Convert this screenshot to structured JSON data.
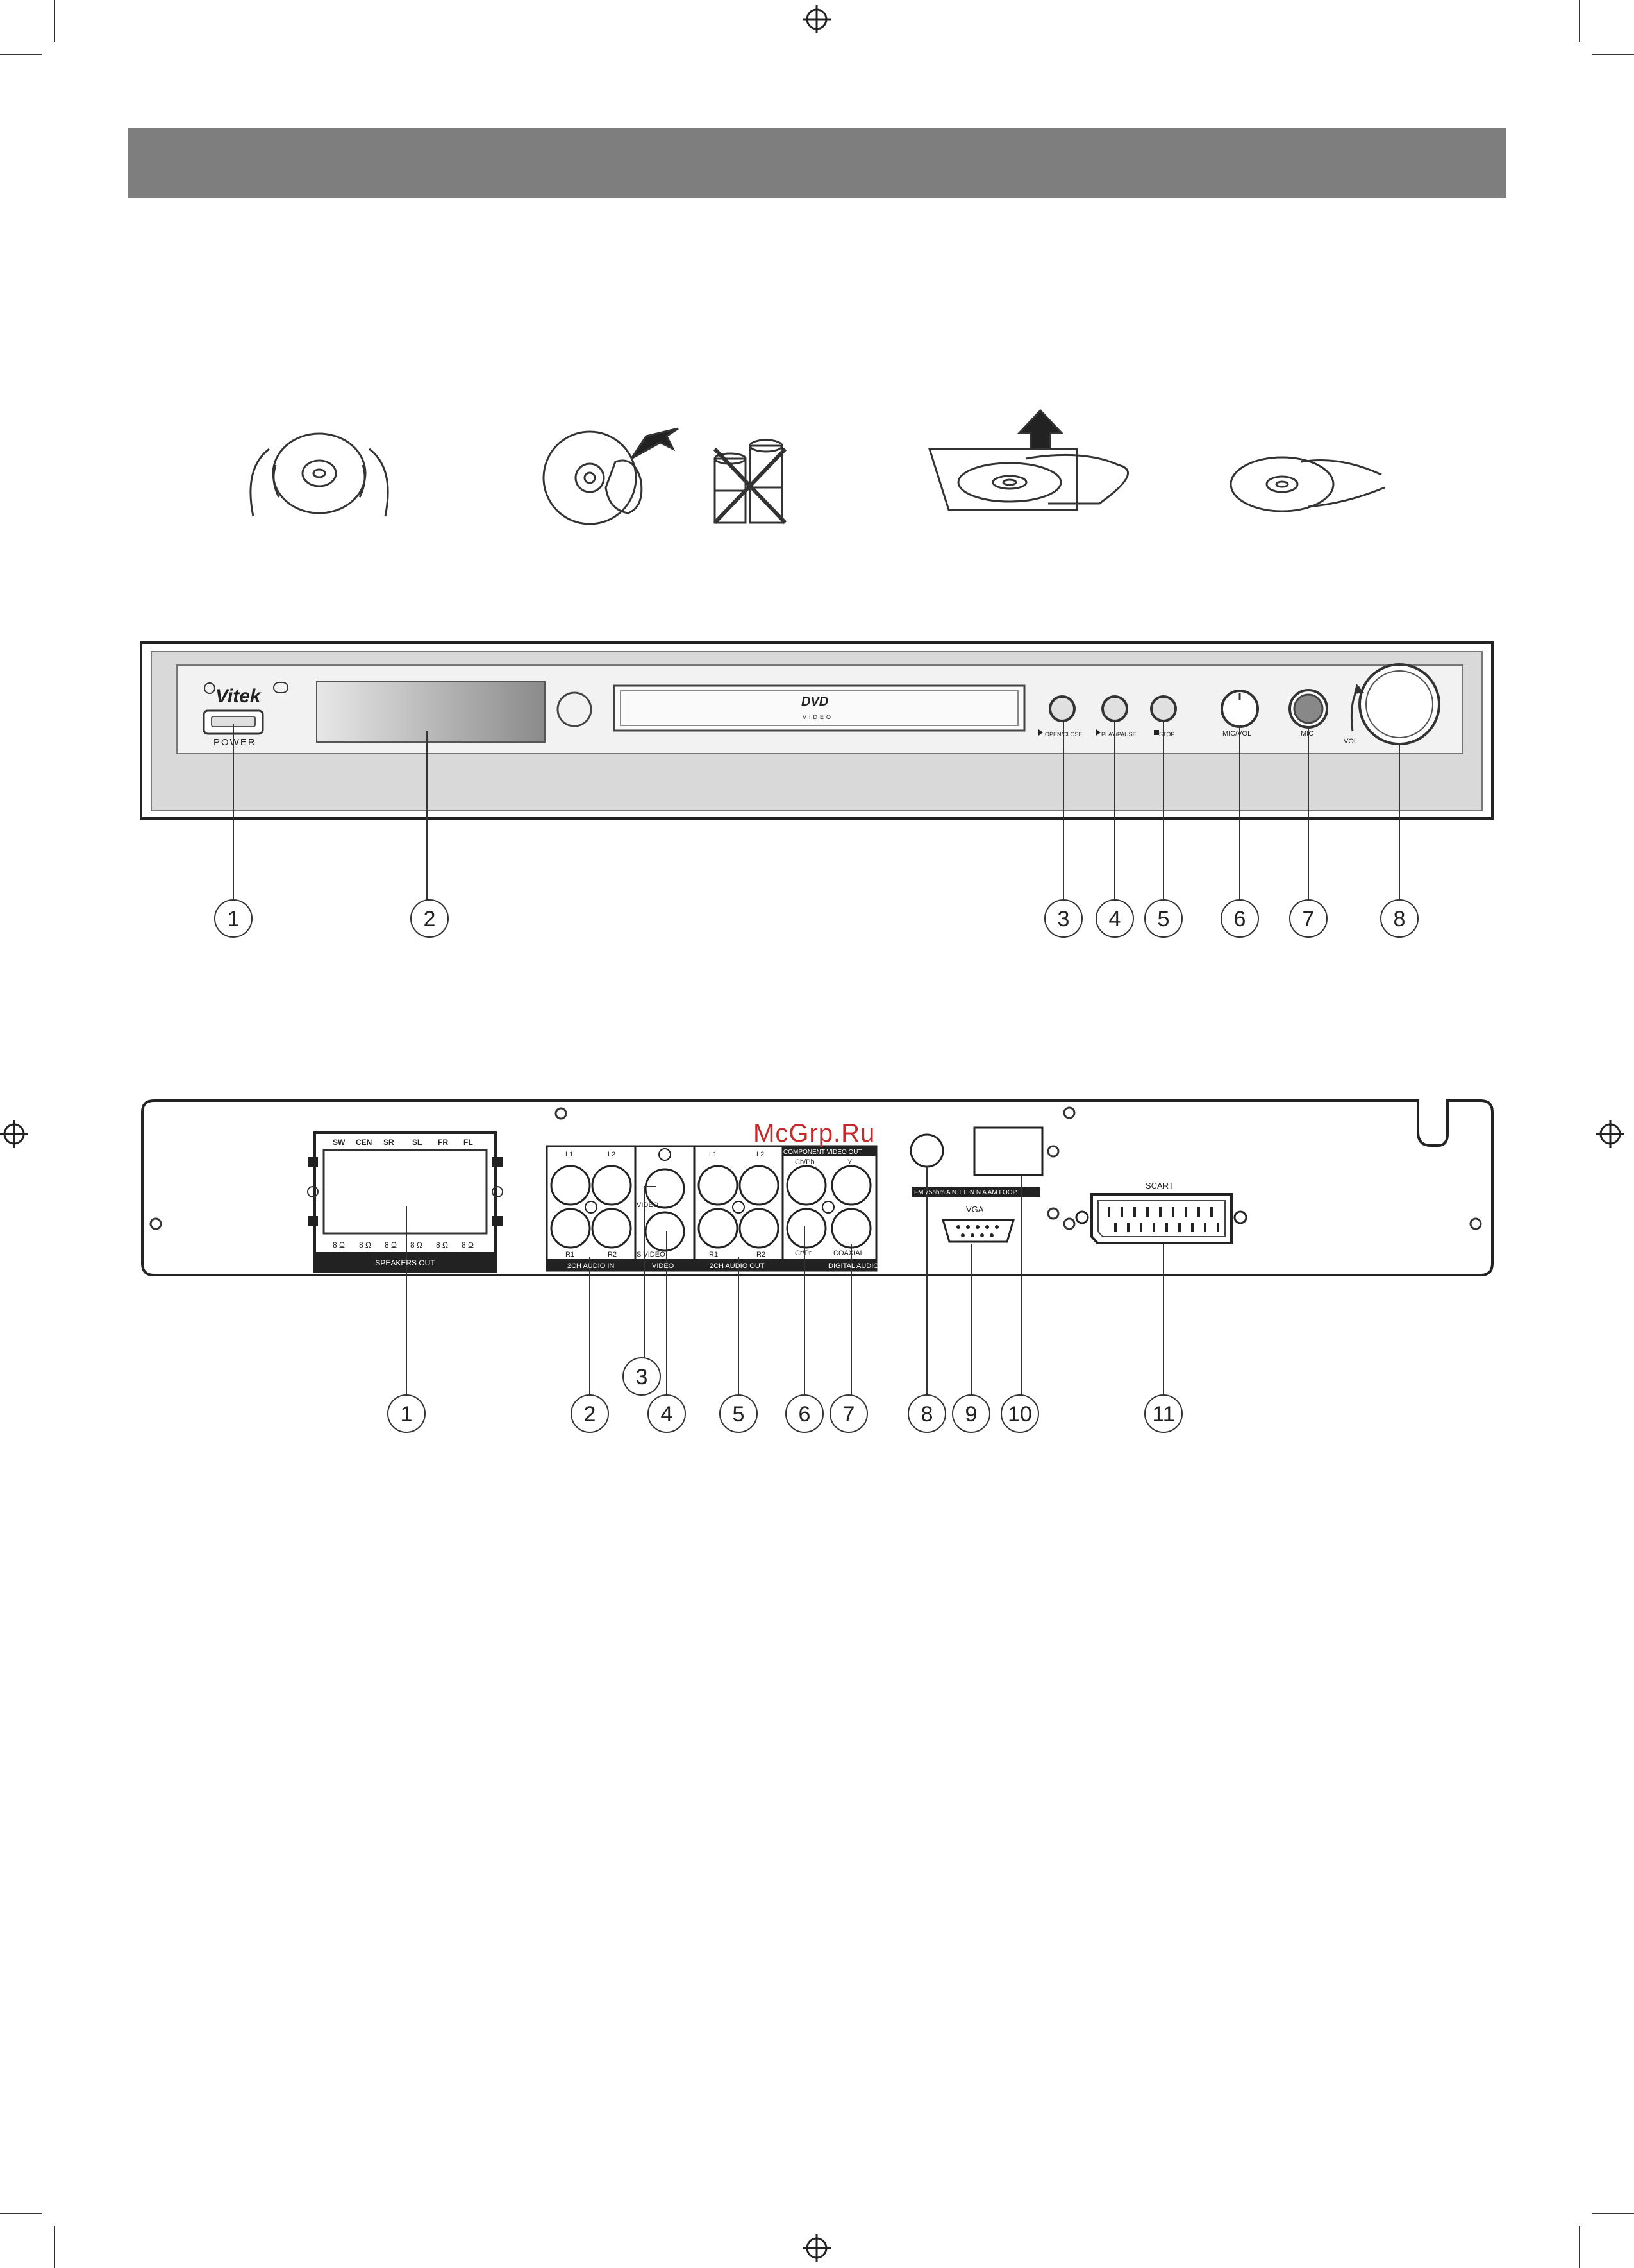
{
  "watermark": "McGrp.Ru",
  "front_panel": {
    "brand": "Vitek",
    "power_label": "POWER",
    "dvd_logo": "DVD",
    "dvd_sub": "VIDEO",
    "btn_open": "OPEN/CLOSE",
    "btn_play": "PLAY/PAUSE",
    "btn_stop": "STOP",
    "mic_vol": "MIC/VOL",
    "mic": "MIC",
    "vol": "VOL",
    "callouts": [
      "1",
      "2",
      "3",
      "4",
      "5",
      "6",
      "7",
      "8"
    ]
  },
  "rear_panel": {
    "speaker_channels": [
      "SW",
      "CEN",
      "SR",
      "SL",
      "FR",
      "FL"
    ],
    "ohms": [
      "8 Ω",
      "8 Ω",
      "8 Ω",
      "8 Ω",
      "8 Ω",
      "8 Ω"
    ],
    "speakers_out": "SPEAKERS OUT",
    "audio_in_top": [
      "L1",
      "L2"
    ],
    "audio_in_bottom": [
      "R1",
      "R2"
    ],
    "audio_in_label": "2CH AUDIO IN",
    "video_label": "VIDEO",
    "video_jack": "VIDEO",
    "svideo_jack": "S VIDEO",
    "audio_out_top": [
      "L1",
      "L2"
    ],
    "audio_out_bottom": [
      "R1",
      "R2"
    ],
    "audio_out_label": "2CH AUDIO OUT",
    "component_label": "COMPONENT VIDEO OUT",
    "cb_pb": "Cb/Pb",
    "y": "Y",
    "cr_pr": "Cr/Pr",
    "coaxial": "COAXIAL",
    "digital_audio": "DIGITAL AUDIO",
    "antenna": "FM 75ohm  A N T E N N A   AM LOOP",
    "vga": "VGA",
    "scart": "SCART",
    "callouts": [
      "1",
      "2",
      "3",
      "4",
      "5",
      "6",
      "7",
      "8",
      "9",
      "10",
      "11"
    ]
  }
}
